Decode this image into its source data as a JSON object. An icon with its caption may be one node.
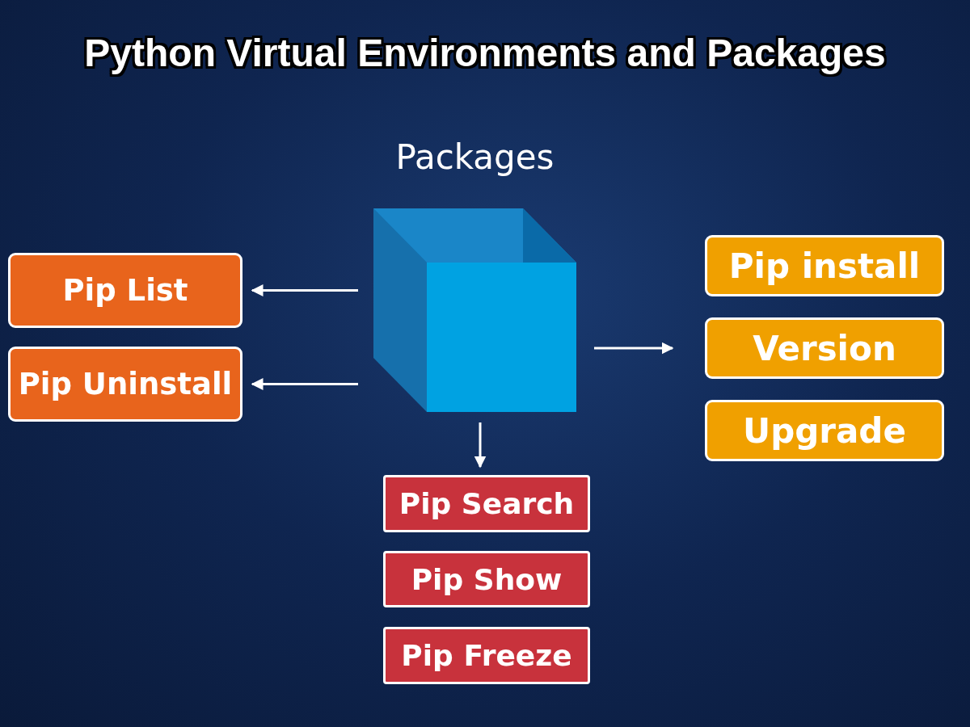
{
  "diagram": {
    "title": "Python Virtual Environments and Packages",
    "nodes": [
      {
        "text": [
          "Packages"
        ]
      },
      {
        "text": [
          "Pip List"
        ]
      },
      {
        "text": [
          "Pip Uninstall"
        ]
      },
      {
        "text": [
          "Pip install"
        ]
      },
      {
        "text": [
          "Version"
        ]
      },
      {
        "text": [
          "Upgrade"
        ]
      },
      {
        "text": [
          "Pip Search"
        ]
      },
      {
        "text": [
          "Pip Show"
        ]
      },
      {
        "text": [
          "Pip Freeze"
        ]
      }
    ],
    "edges": [
      {
        "from": 0,
        "to": 1,
        "arrow": "to"
      },
      {
        "from": 0,
        "to": 2,
        "arrow": "to"
      },
      {
        "from": 0,
        "to": 4,
        "arrow": "to"
      },
      {
        "from": 0,
        "to": 6,
        "arrow": "to"
      }
    ]
  }
}
